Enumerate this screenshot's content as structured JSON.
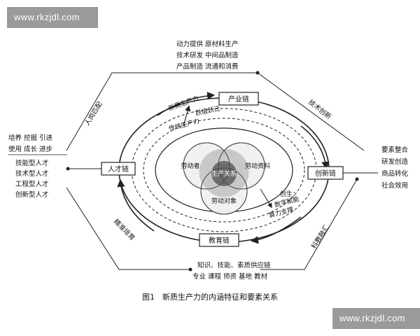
{
  "watermark": {
    "top": "www.rkzjdl.com",
    "bottom": "www.rkzjdl.com"
  },
  "chains": {
    "industry": "产业链",
    "innovation": "创新链",
    "education": "教育链",
    "talent": "人才链"
  },
  "rings": {
    "outer_arc_label": "新质生产力",
    "transition_label": "跃级跃迁",
    "inner_arc_label": "传统生产力"
  },
  "venn": {
    "labor": "劳动者",
    "materials": "劳动资料",
    "objects": "劳动对象",
    "center": "生产关系"
  },
  "support": {
    "line1": "创生：",
    "line2": "数字赋能",
    "line3": "算力支撑"
  },
  "top_box": {
    "rows": [
      "动力提供  原材料生产",
      "技术研发  中间品制造",
      "产品制造  流通和消费"
    ]
  },
  "left_box": {
    "rows": [
      "培养  挖掘  引进",
      "使用  成长  进步"
    ]
  },
  "talent_types": [
    "技能型人才",
    "技术型人才",
    "工程型人才",
    "创新型人才"
  ],
  "right_box": {
    "rows": [
      "要素整合",
      "研发创造",
      "商品转化",
      "社会效用"
    ]
  },
  "bottom_box": {
    "rows": [
      "知识、技能、素质供应链",
      "专业  课程  师资  基地  教材"
    ]
  },
  "diagonal_labels": {
    "top_left": "人岗匹配",
    "top_right": "技术创新",
    "bottom_left": "精准培育",
    "bottom_right": "科教融汇"
  },
  "caption": "图1　新质生产力的内涵特征和要素关系",
  "colors": {
    "chain_box_fill": "#ffffff",
    "line": "#222222",
    "venn_outer": "#f2f2f2",
    "venn_overlap": "#c8c8c8",
    "venn_center": "#6e6e6e",
    "watermark_bg": "#9a9a9a"
  }
}
